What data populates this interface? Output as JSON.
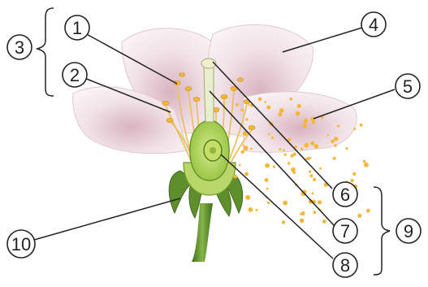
{
  "labels": [
    "1",
    "2",
    "3",
    "4",
    "5",
    "6",
    "7",
    "8",
    "9",
    "10"
  ],
  "colors": {
    "petal": "#f4e6ea",
    "petal_shade": "#dcbfc8",
    "pollen": "#f3b73a",
    "green": "#7aa83a",
    "dark_green": "#4f7d22",
    "line": "#222222"
  }
}
